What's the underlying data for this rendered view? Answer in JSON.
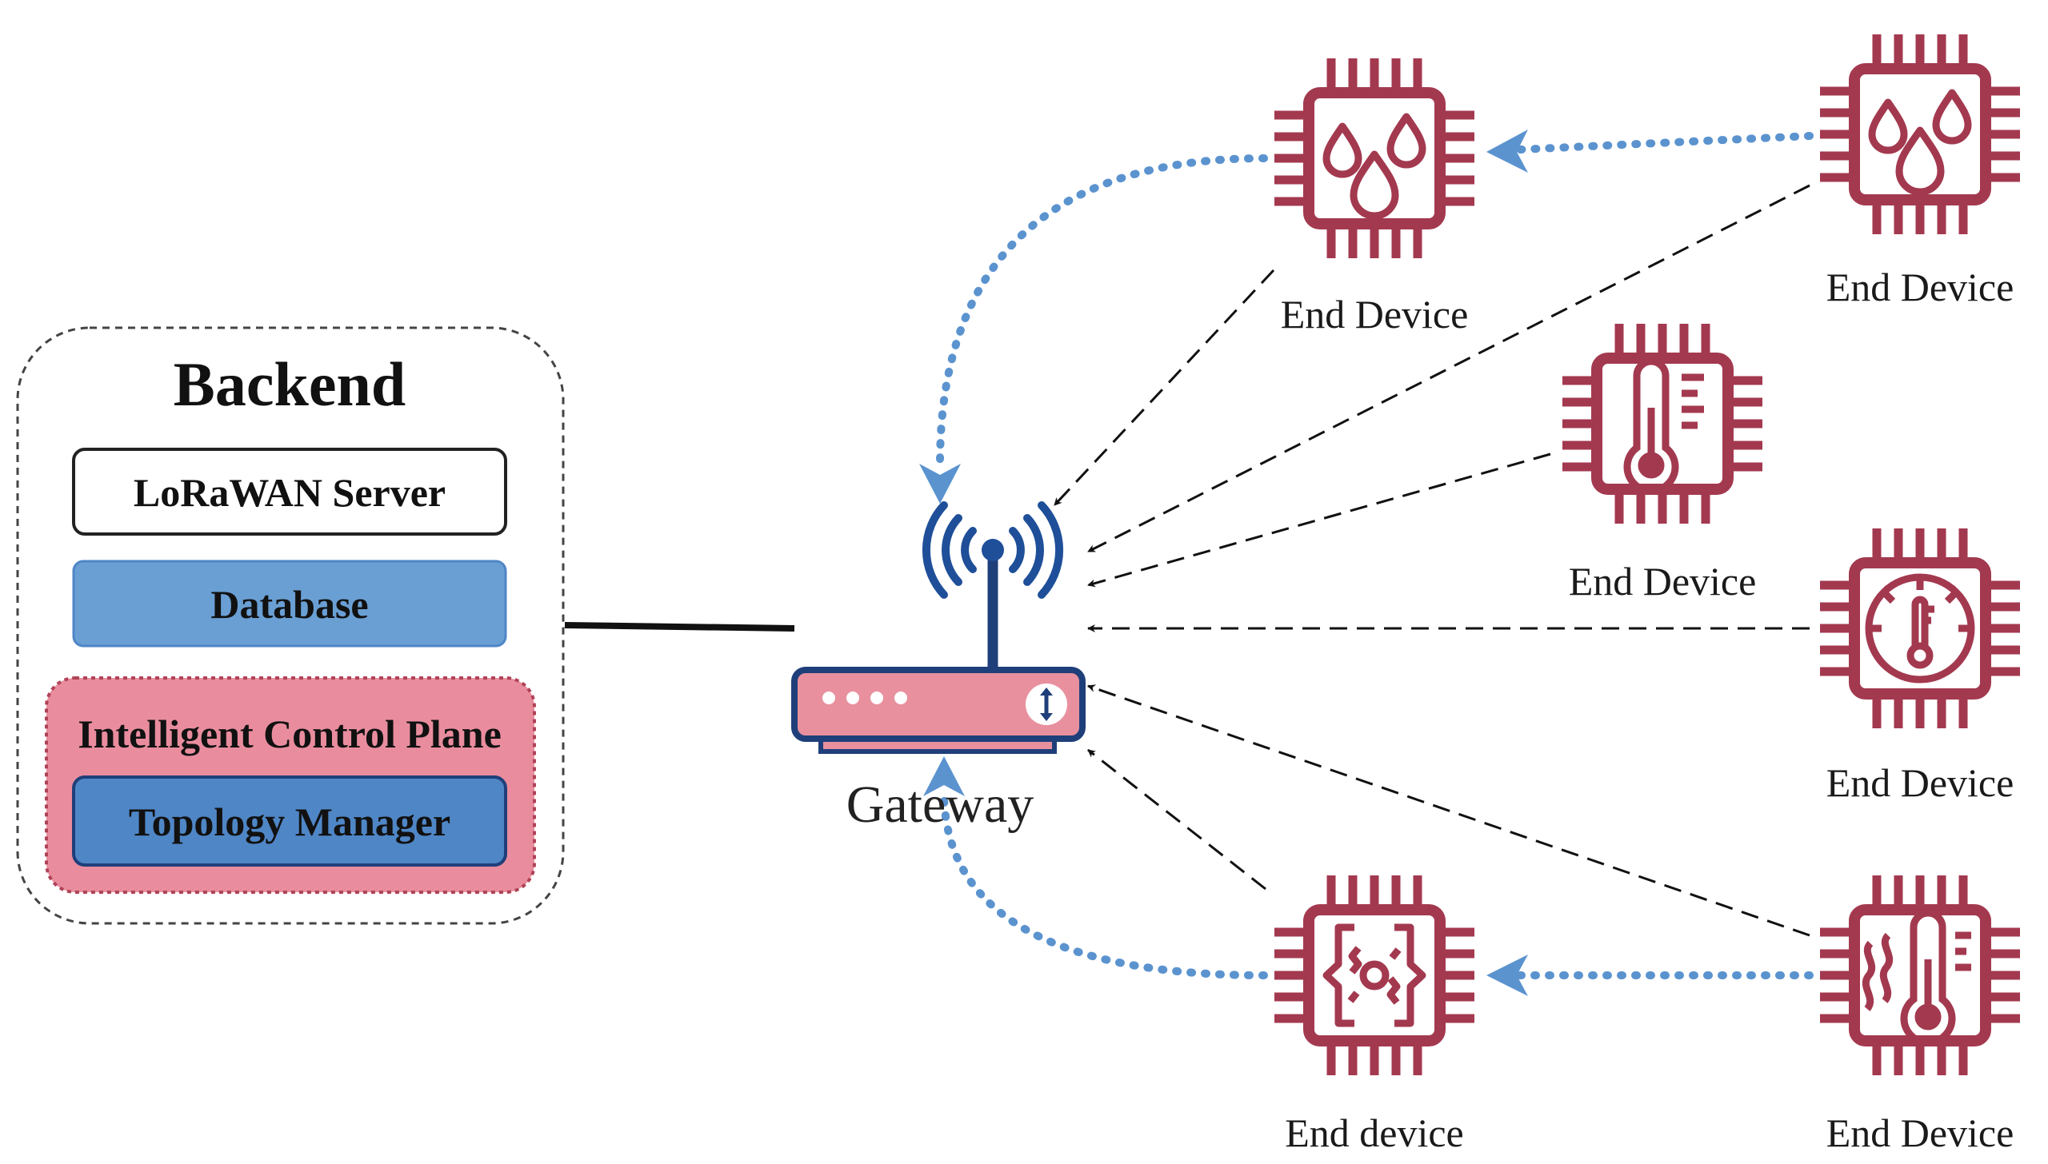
{
  "backend": {
    "title": "Backend",
    "lorawan_server": "LoRaWAN Server",
    "database": "Database",
    "control_plane": "Intelligent Control Plane",
    "topology_manager": "Topology Manager"
  },
  "gateway": {
    "label": "Gateway"
  },
  "devices": [
    {
      "id": "humidity-top",
      "label": "End Device",
      "icon": "water-drops-icon"
    },
    {
      "id": "humidity-top-right",
      "label": "End Device",
      "icon": "water-drops-icon"
    },
    {
      "id": "thermometer-middle",
      "label": "End Device",
      "icon": "thermometer-icon"
    },
    {
      "id": "gauge-right",
      "label": "End Device",
      "icon": "gauge-icon"
    },
    {
      "id": "vibration-bottom",
      "label": "End device",
      "icon": "vibration-sensor-icon"
    },
    {
      "id": "heat-bottom-right",
      "label": "End Device",
      "icon": "heat-thermometer-icon"
    }
  ],
  "colors": {
    "chip": "#a3394f",
    "gateway_fill": "#e8909e",
    "gateway_stroke": "#1f3f7a",
    "relay_arrow": "#5b93cf",
    "database_fill": "#6a9fd4",
    "control_plane_fill": "#e98d9e",
    "topology_fill": "#4f86c6"
  }
}
